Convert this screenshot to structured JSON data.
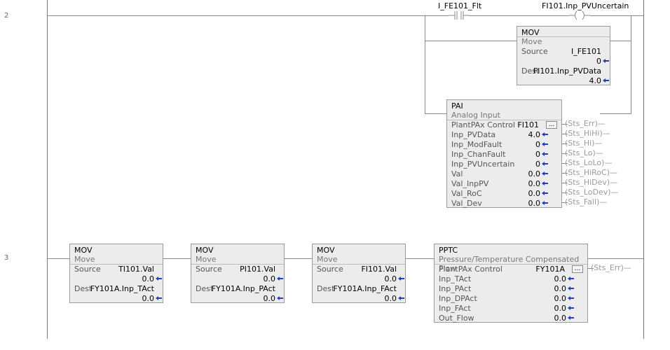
{
  "rungs": {
    "rung2_number": "2",
    "rung3_number": "3"
  },
  "rung2": {
    "contact_tag": "I_FE101_Flt",
    "coil_tag": "FI101.Inp_PVUncertain",
    "mov": {
      "title": "MOV",
      "subtitle": "Move",
      "source_label": "Source",
      "source_tag": "I_FE101",
      "source_value": "0",
      "dest_label": "Dest",
      "dest_tag": "FI101.Inp_PVData",
      "dest_value": "4.0"
    },
    "pai": {
      "title": "PAI",
      "subtitle": "Analog Input",
      "control_label": "PlantPAx Control",
      "control_tag": "FI101",
      "dots": "...",
      "params": [
        {
          "label": "Inp_PVData",
          "value": "4.0"
        },
        {
          "label": "Inp_ModFault",
          "value": "0"
        },
        {
          "label": "Inp_ChanFault",
          "value": "0"
        },
        {
          "label": "Inp_PVUncertain",
          "value": "0"
        },
        {
          "label": "Val",
          "value": "0.0"
        },
        {
          "label": "Val_InpPV",
          "value": "0.0"
        },
        {
          "label": "Val_RoC",
          "value": "0.0"
        },
        {
          "label": "Val_Dev",
          "value": "0.0"
        }
      ],
      "outputs": [
        "Sts_Err",
        "Sts_HiHi",
        "Sts_Hi",
        "Sts_Lo",
        "Sts_LoLo",
        "Sts_HiRoC",
        "Sts_HiDev",
        "Sts_LoDev",
        "Sts_Fail"
      ]
    }
  },
  "rung3": {
    "movs": [
      {
        "title": "MOV",
        "subtitle": "Move",
        "source_label": "Source",
        "source_tag": "TI101.Val",
        "source_value": "0.0",
        "dest_label": "Dest",
        "dest_tag": "FY101A.Inp_TAct",
        "dest_value": "0.0"
      },
      {
        "title": "MOV",
        "subtitle": "Move",
        "source_label": "Source",
        "source_tag": "PI101.Val",
        "source_value": "0.0",
        "dest_label": "Dest",
        "dest_tag": "FY101A.Inp_PAct",
        "dest_value": "0.0"
      },
      {
        "title": "MOV",
        "subtitle": "Move",
        "source_label": "Source",
        "source_tag": "FI101.Val",
        "source_value": "0.0",
        "dest_label": "Dest",
        "dest_tag": "FY101A.Inp_FAct",
        "dest_value": "0.0"
      }
    ],
    "pptc": {
      "title": "PPTC",
      "subtitle": "Pressure/Temperature Compensated Flow",
      "control_label": "PlantPAx Control",
      "control_tag": "FY101A",
      "dots": "...",
      "params": [
        {
          "label": "Inp_TAct",
          "value": "0.0"
        },
        {
          "label": "Inp_PAct",
          "value": "0.0"
        },
        {
          "label": "Inp_DPAct",
          "value": "0.0"
        },
        {
          "label": "Inp_FAct",
          "value": "0.0"
        },
        {
          "label": "Out_Flow",
          "value": "0.0"
        }
      ],
      "outputs": [
        "Sts_Err"
      ]
    }
  },
  "colors": {
    "wire": "#888888",
    "block_bg": "#ececec",
    "arrow": "#1f3fbf",
    "coil_text": "#9a9a9a"
  }
}
